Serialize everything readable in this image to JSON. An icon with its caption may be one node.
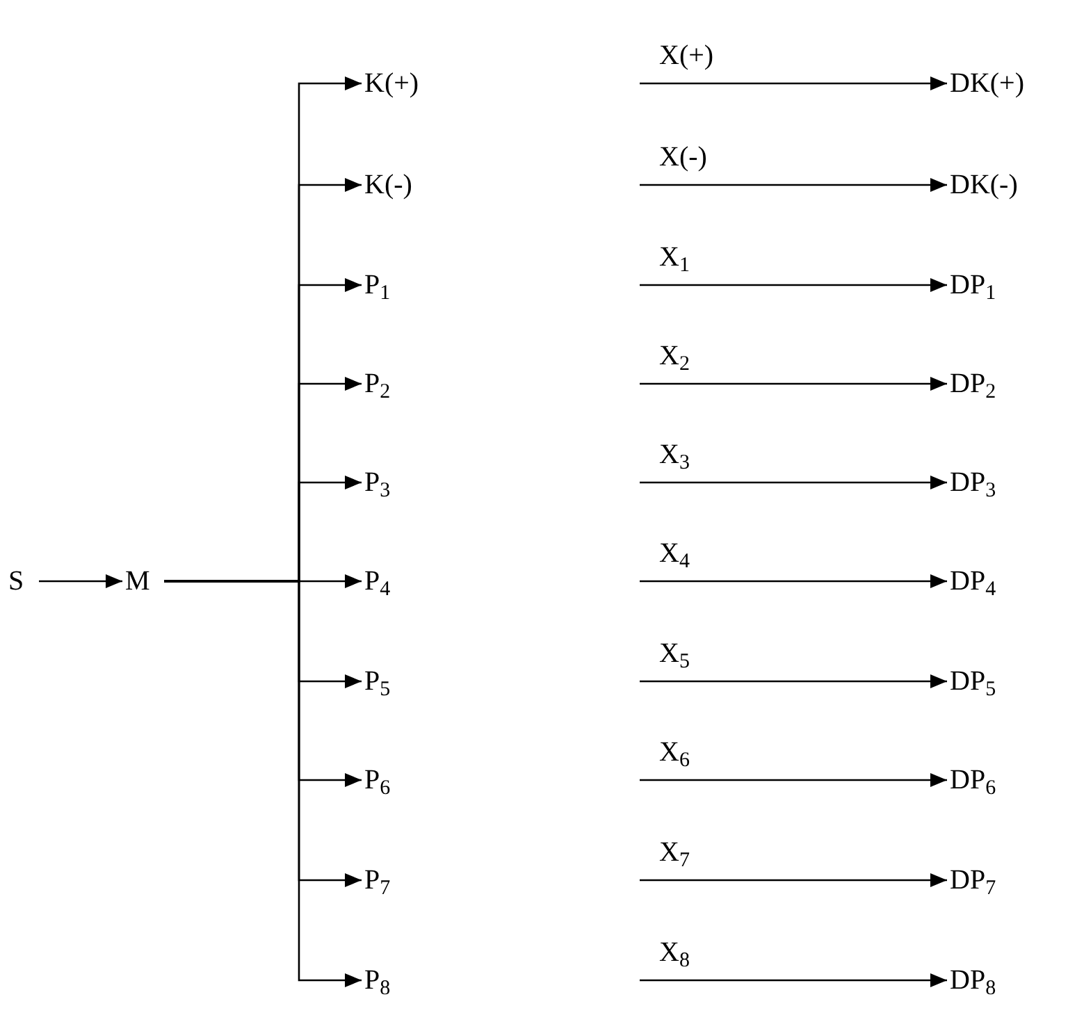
{
  "diagram": {
    "nodes": [
      {
        "text": [
          "S"
        ]
      },
      {
        "text": [
          "M"
        ]
      },
      {
        "text": [
          "K(+)"
        ]
      },
      {
        "text": [
          "K(-)"
        ]
      },
      {
        "text": [
          "P$_{1}$"
        ]
      },
      {
        "text": [
          "P$_{2}$"
        ]
      },
      {
        "text": [
          "P$_{3}$"
        ]
      },
      {
        "text": [
          "P$_{4}$"
        ]
      },
      {
        "text": [
          "P$_{5}$"
        ]
      },
      {
        "text": [
          "P$_{6}$"
        ]
      },
      {
        "text": [
          "P$_{7}$"
        ]
      },
      {
        "text": [
          "P$_{8}$"
        ]
      },
      {
        "text": [
          "DK(+)"
        ]
      },
      {
        "text": [
          "DK(-)"
        ]
      },
      {
        "text": [
          "DP$_{1}$"
        ]
      },
      {
        "text": [
          "DP$_{2}$"
        ]
      },
      {
        "text": [
          "DP$_{3}$"
        ]
      },
      {
        "text": [
          "DP$_{4}$"
        ]
      },
      {
        "text": [
          "DP$_{5}$"
        ]
      },
      {
        "text": [
          "DP$_{6}$"
        ]
      },
      {
        "text": [
          "DP$_{7}$"
        ]
      },
      {
        "text": [
          "DP$_{8}$"
        ]
      }
    ],
    "edges": [
      {
        "from": 0,
        "to": 1,
        "arrow": "to"
      },
      {
        "from": 1,
        "to": 2,
        "arrow": "to"
      },
      {
        "from": 1,
        "to": 3,
        "arrow": "to"
      },
      {
        "from": 1,
        "to": 4,
        "arrow": "to"
      },
      {
        "from": 1,
        "to": 5,
        "arrow": "to"
      },
      {
        "from": 1,
        "to": 6,
        "arrow": "to"
      },
      {
        "from": 1,
        "to": 7,
        "arrow": "to"
      },
      {
        "from": 1,
        "to": 8,
        "arrow": "to"
      },
      {
        "from": 1,
        "to": 9,
        "arrow": "to"
      },
      {
        "from": 1,
        "to": 10,
        "arrow": "to"
      },
      {
        "from": 1,
        "to": 11,
        "arrow": "to"
      },
      {
        "from": null,
        "to": 12,
        "label": "X(+)",
        "arrow": "to"
      },
      {
        "from": null,
        "to": 13,
        "label": "X(-)",
        "arrow": "to"
      },
      {
        "from": null,
        "to": 14,
        "label": "X$_{1}$",
        "arrow": "to"
      },
      {
        "from": null,
        "to": 15,
        "label": "X$_{2}$",
        "arrow": "to"
      },
      {
        "from": null,
        "to": 16,
        "label": "X$_{3}$",
        "arrow": "to"
      },
      {
        "from": null,
        "to": 17,
        "label": "X$_{4}$",
        "arrow": "to"
      },
      {
        "from": null,
        "to": 18,
        "label": "X$_{5}$",
        "arrow": "to"
      },
      {
        "from": null,
        "to": 19,
        "label": "X$_{6}$",
        "arrow": "to"
      },
      {
        "from": null,
        "to": 20,
        "label": "X$_{7}$",
        "arrow": "to"
      },
      {
        "from": null,
        "to": 21,
        "label": "X$_{8}$",
        "arrow": "to"
      }
    ]
  }
}
